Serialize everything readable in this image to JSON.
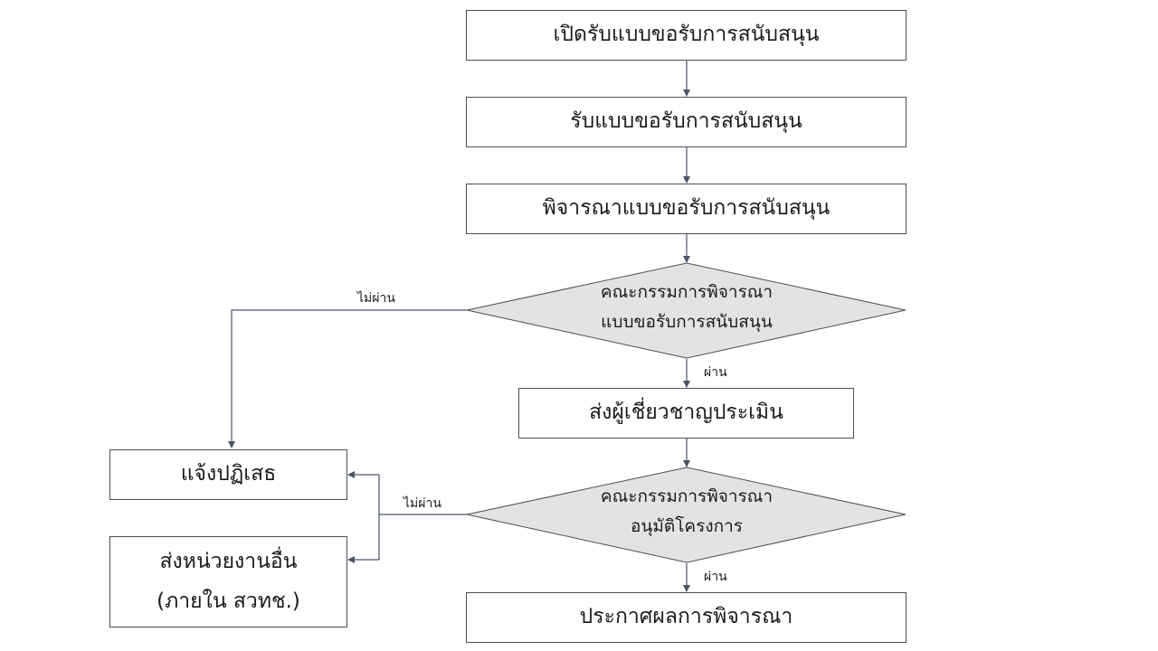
{
  "flowchart": {
    "open_call": "เปิดรับแบบขอรับการสนับสนุน",
    "receive_form": "รับแบบขอรับการสนับสนุน",
    "review_form": "พิจารณาแบบขอรับการสนับสนุน",
    "committee_review": {
      "line1": "คณะกรรมการพิจารณา",
      "line2": "แบบขอรับการสนับสนุน"
    },
    "send_expert": "ส่งผู้เชี่ยวชาญประเมิน",
    "committee_approve": {
      "line1": "คณะกรรมการพิจารณา",
      "line2": "อนุมัติโครงการ"
    },
    "announce": "ประกาศผลการพิจารณา",
    "reject": "แจ้งปฏิเสธ",
    "forward": {
      "line1": "ส่งหน่วยงานอื่น",
      "line2": "(ภายใน สวทช.)"
    },
    "labels": {
      "fail_1": "ไม่ผ่าน",
      "pass_1": "ผ่าน",
      "fail_2": "ไม่ผ่าน",
      "pass_2": "ผ่าน"
    }
  },
  "colors": {
    "line": "#4a4f57",
    "decision_fill": "#e3e3e3",
    "box_fill": "#ffffff"
  }
}
